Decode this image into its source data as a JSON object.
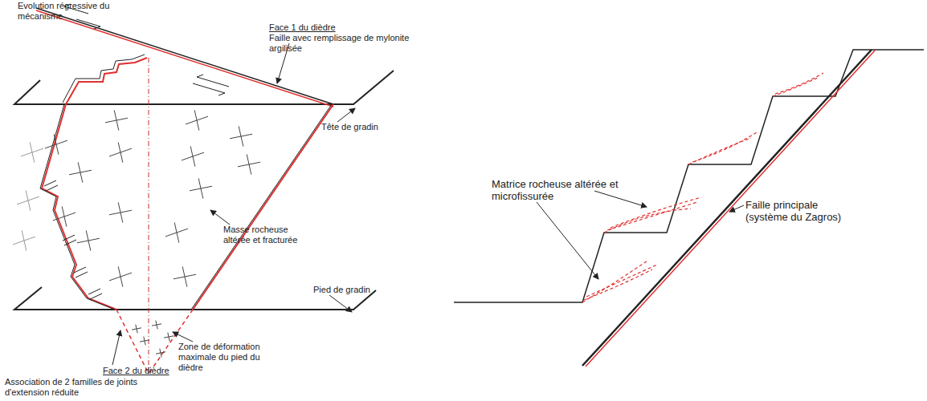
{
  "diagram": {
    "labels": [
      "Evolution régressive du mécanisme",
      "Face 1 du dièdre",
      "Faille avec remplissage de mylonite argilisée",
      "Tête de gradin",
      "Masse rocheuse altérée et fracturée",
      "Pied de gradin",
      "Face 2 du dièdre",
      "Association de 2 familles de joints d'extension réduite",
      "Zone de déformation maximale du pied du dièdre",
      "Matrice rocheuse altérée et microfissurée",
      "Faille principale (système du Zagros)"
    ]
  }
}
